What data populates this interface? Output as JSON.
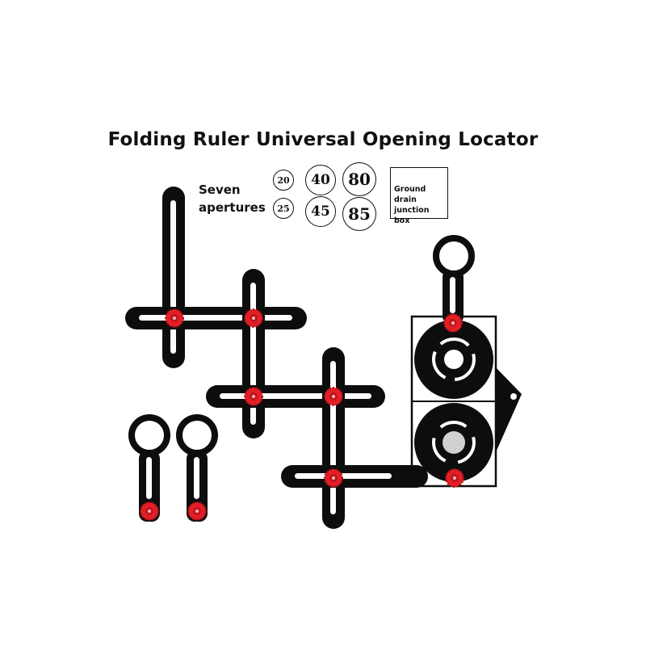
{
  "title": "Folding Ruler Universal Opening Locator",
  "apertures_label": [
    "Seven",
    "apertures"
  ],
  "apertures": [
    "20",
    "25",
    "40",
    "45",
    "80",
    "85"
  ],
  "box_label": [
    "Ground drain",
    "junction box"
  ],
  "colors": {
    "tool_body": "#0d0d0d",
    "knob": "#e21f26",
    "slot": "#ffffff"
  },
  "icons": [
    "knob-icon",
    "ring-icon"
  ]
}
